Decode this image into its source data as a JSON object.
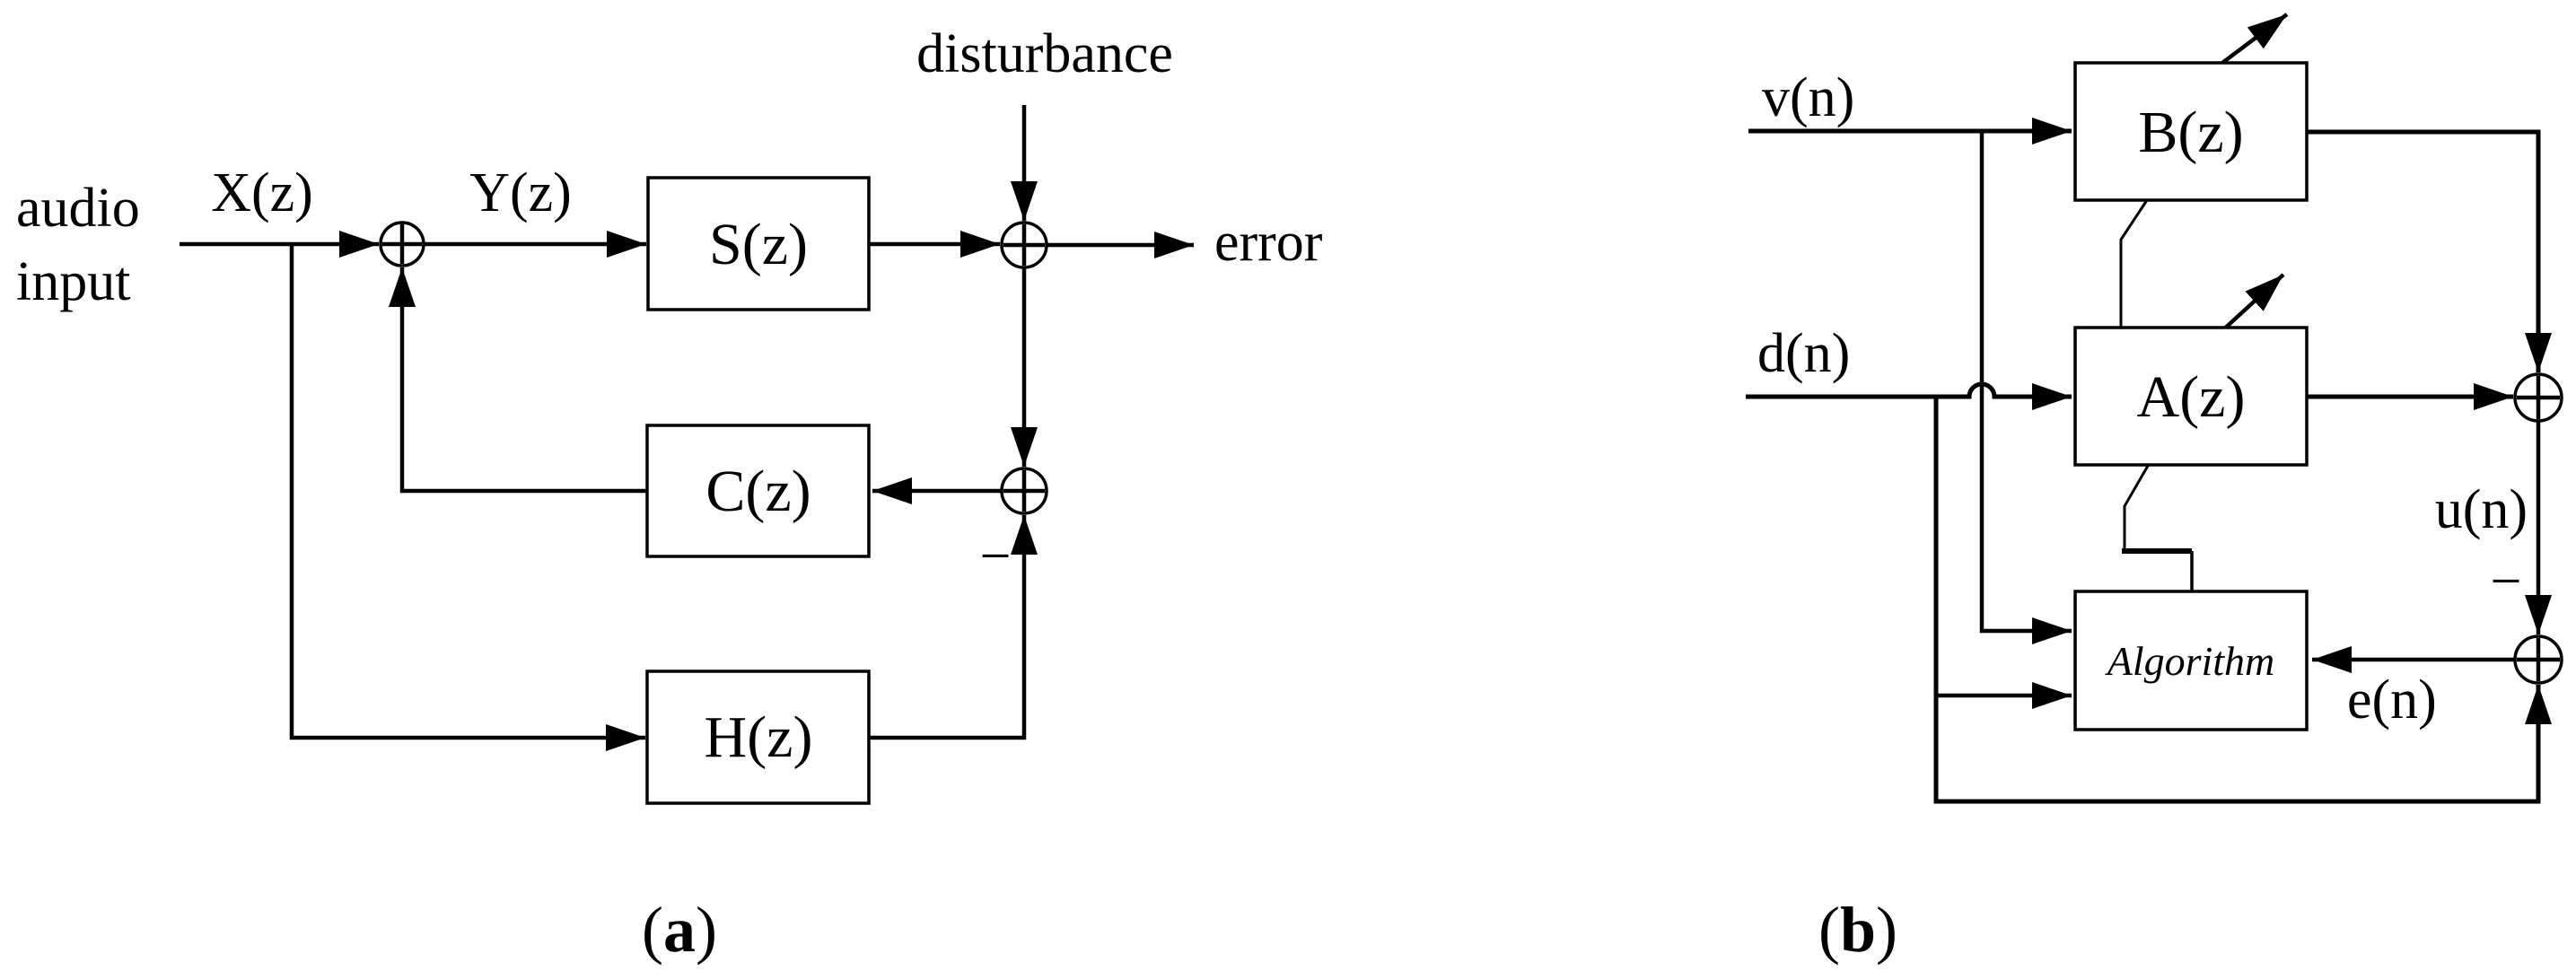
{
  "figure": {
    "colors": {
      "annotation_blue": "#1878BE",
      "diagram_black": "#000000",
      "background": "#FFFFFF"
    },
    "sum_symbol": "+",
    "panel_a": {
      "audio_input_line1": "audio",
      "audio_input_line2": "input",
      "x_signal": "X(z)",
      "y_signal": "Y(z)",
      "disturbance_label": "disturbance",
      "error_label": "error",
      "s_block": "S(z)",
      "c_block": "C(z)",
      "h_block": "H(z)",
      "minus_label": "−",
      "caption_open": "(",
      "caption_letter": "a",
      "caption_close": ")"
    },
    "panel_b": {
      "v_signal": "v(n)",
      "d_signal": "d(n)",
      "u_signal": "u(n)",
      "e_signal": "e(n)",
      "b_block": "B(z)",
      "a_block": "A(z)",
      "algorithm_block": "Algorithm",
      "minus_label": "−",
      "caption_open": "(",
      "caption_letter": "b",
      "caption_close": ")"
    }
  }
}
